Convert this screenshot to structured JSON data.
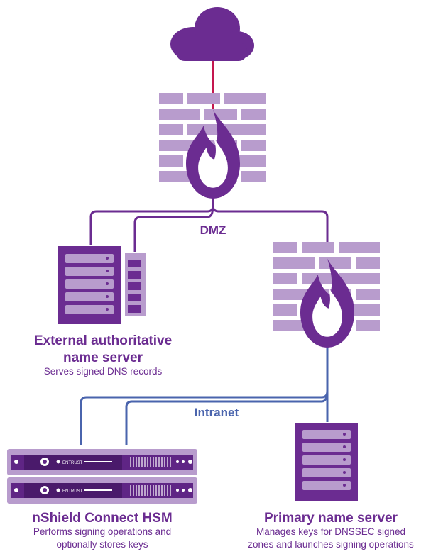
{
  "colors": {
    "purple": "#6b2c91",
    "light_purple": "#b89ccd",
    "crimson": "#c4174f",
    "blue": "#4a64ad",
    "hsm_purple": "#5f2585"
  },
  "icons": {
    "internet": "cloud-icon",
    "firewall": "firewall-icon",
    "server": "server-icon",
    "hsm": "hsm-appliance-icon"
  },
  "zones": {
    "dmz": "DMZ",
    "intranet": "Intranet"
  },
  "nodes": {
    "external_server": {
      "title_line1": "External authoritative",
      "title_line2": "name server",
      "desc_line1": "Serves signed DNS records"
    },
    "hsm": {
      "title_line1": "nShield Connect HSM",
      "desc_line1": "Performs signing operations and",
      "desc_line2": "optionally stores keys",
      "brand": "ENTRUST"
    },
    "primary_server": {
      "title_line1": "Primary name server",
      "desc_line1": "Manages keys for DNSSEC signed",
      "desc_line2": "zones and launches signing operations"
    }
  }
}
